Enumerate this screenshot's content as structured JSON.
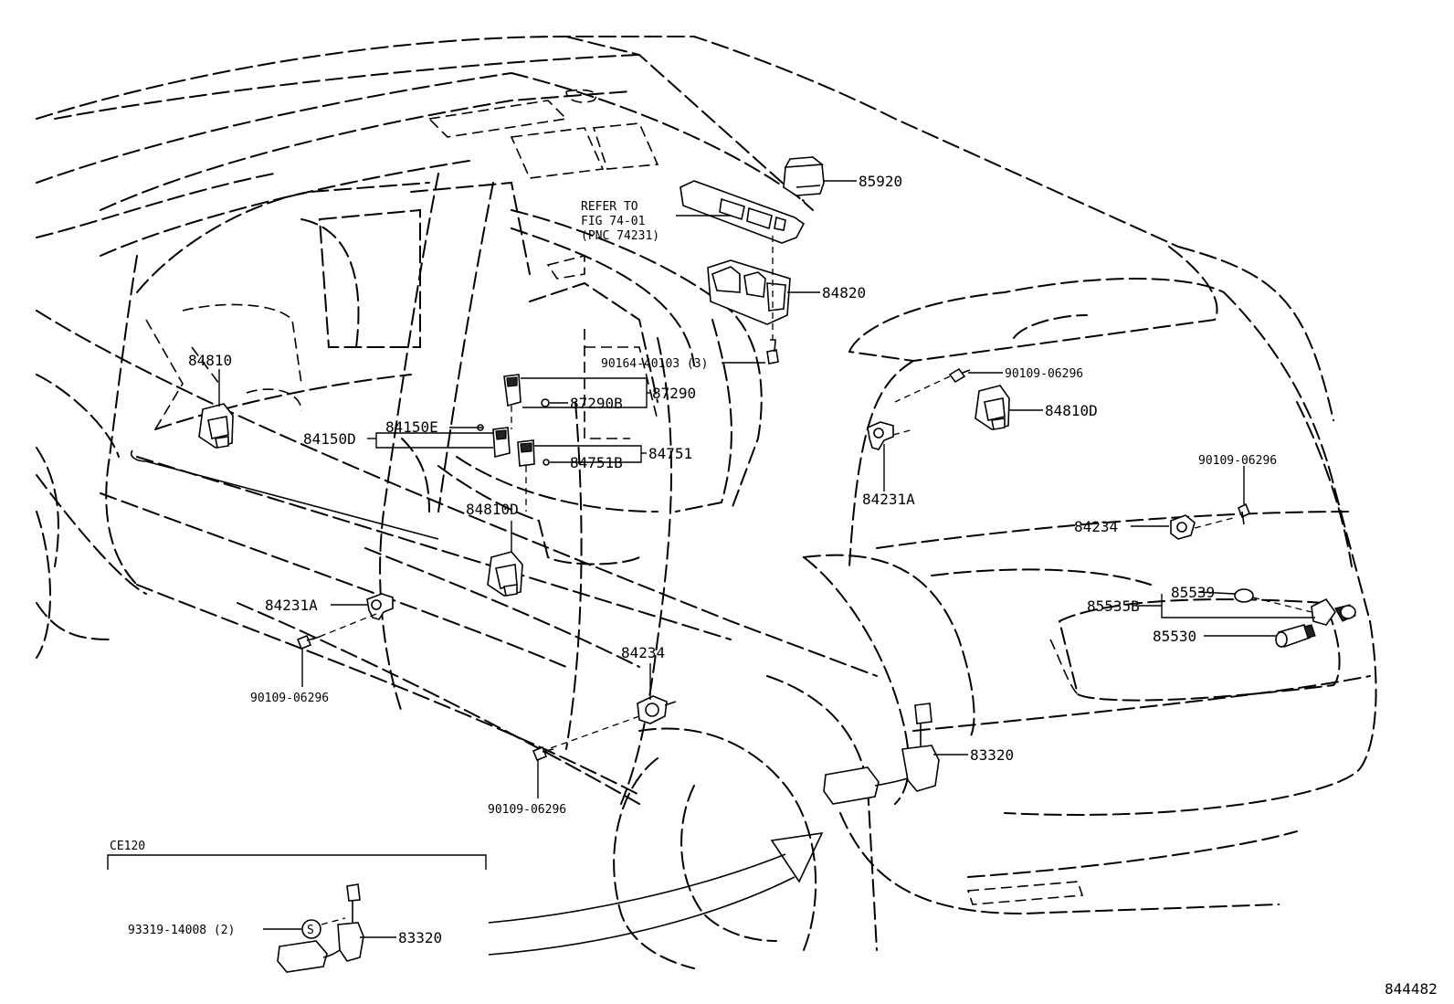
{
  "labels": {
    "p85920": "85920",
    "refer1": "REFER TO",
    "refer2": "FIG 74-01",
    "refer3": "(PNC 74231)",
    "p84820": "84820",
    "p84810": "84810",
    "p90164": "90164-40103 (3)",
    "p90109a": "90109-06296",
    "p87290": "87290",
    "p87290B": "87290B",
    "p84810Dr": "84810D",
    "p84150E": "84150E",
    "p84150D": "84150D",
    "p84751": "84751",
    "p84751B": "84751B",
    "p84231Ar": "84231A",
    "p90109b": "90109-06296",
    "p84810Dl": "84810D",
    "p84234r": "84234",
    "p84231Al": "84231A",
    "p85539": "85539",
    "p85535B": "85535B",
    "p85530": "85530",
    "p90109c": "90109-06296",
    "p84234l": "84234",
    "p83320": "83320",
    "p90109d": "90109-06296",
    "inset_code": "CE120",
    "p93319": "93319-14008 (2)",
    "s_mark": "S",
    "p83320b": "83320",
    "figure_no": "844482"
  }
}
